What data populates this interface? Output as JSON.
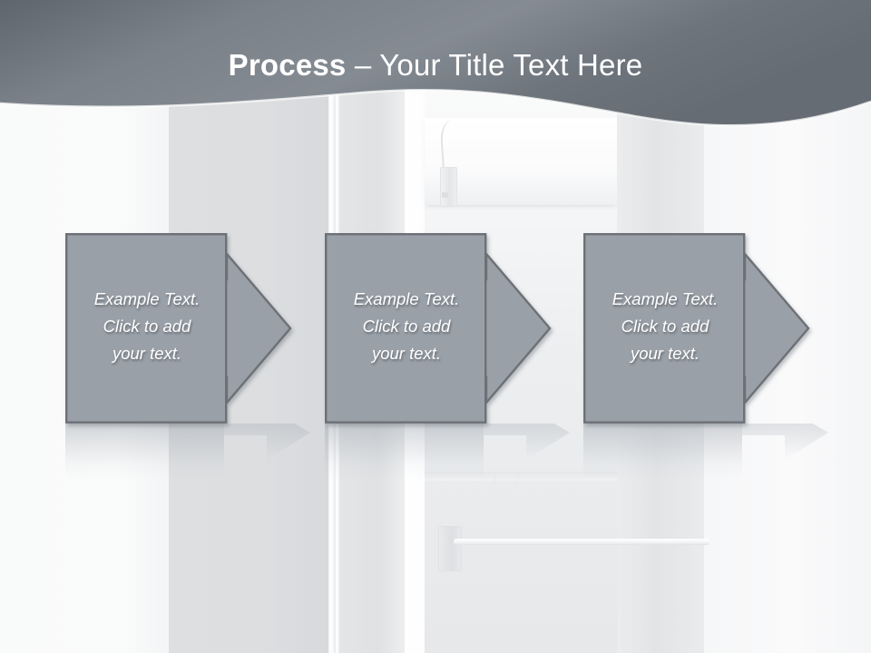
{
  "slide": {
    "title_bold": "Process",
    "title_separator": " – ",
    "title_rest": "Your Title Text Here",
    "title_full": "Process – Your Title Text Here",
    "background_description": "white-appliance-interior-photo"
  },
  "colors": {
    "header_gradient_start": "#5f656d",
    "header_gradient_mid": "#7e848c",
    "header_gradient_end": "#6a7077",
    "shape_fill": "#9aa0a8",
    "shape_border": "#6d7177",
    "title_text": "#ffffff",
    "step_text": "#ffffff",
    "slide_background": "#f7f8f8"
  },
  "process": {
    "steps": [
      {
        "index": 1,
        "line1": "Example Text.",
        "line2": "Click  to add",
        "line3": "your text."
      },
      {
        "index": 2,
        "line1": "Example Text.",
        "line2": "Click  to add",
        "line3": "your text."
      },
      {
        "index": 3,
        "line1": "Example Text.",
        "line2": "Click  to add",
        "line3": "your text."
      }
    ]
  }
}
